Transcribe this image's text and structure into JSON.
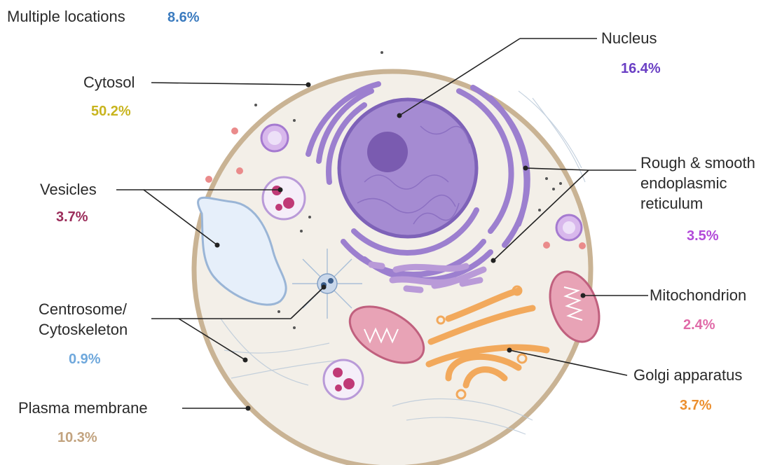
{
  "labels": {
    "multiple_locations": {
      "name": "Multiple locations",
      "value": "8.6%",
      "color": "#3b7bbf"
    },
    "cytosol": {
      "name": "Cytosol",
      "value": "50.2%",
      "color": "#c8b41e"
    },
    "vesicles": {
      "name": "Vesicles",
      "value": "3.7%",
      "color": "#9b2c5a"
    },
    "centrosome": {
      "name_line1": "Centrosome/",
      "name_line2": "Cytoskeleton",
      "value": "0.9%",
      "color": "#6fa8dc"
    },
    "plasma_membrane": {
      "name": "Plasma membrane",
      "value": "10.3%",
      "color": "#c2a37f"
    },
    "nucleus": {
      "name": "Nucleus",
      "value": "16.4%",
      "color": "#6a3fc4"
    },
    "er": {
      "name_line1": "Rough & smooth",
      "name_line2": "endoplasmic",
      "name_line3": "reticulum",
      "value": "3.5%",
      "color": "#b24ad9"
    },
    "mitochondrion": {
      "name": "Mitochondrion",
      "value": "2.4%",
      "color": "#e06aa8"
    },
    "golgi": {
      "name": "Golgi apparatus",
      "value": "3.7%",
      "color": "#ec8f2e"
    }
  },
  "colors": {
    "cell_fill": "#f3efe8",
    "cell_membrane": "#c9b394",
    "nucleus_fill": "#a58bd2",
    "nucleolus": "#7a5bb0",
    "er": "#9c7fcf",
    "golgi": "#f2a95c",
    "mitochondrion": "#e8a3b6",
    "vesicle": "#c03a77",
    "vacuole": "#e6effa"
  }
}
